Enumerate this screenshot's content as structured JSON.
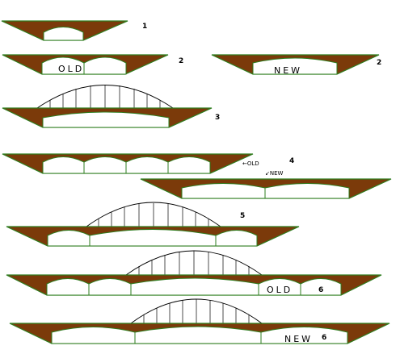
{
  "steps": [
    {
      "id": "step-1",
      "label": "1"
    },
    {
      "id": "step-2a",
      "label": "2",
      "tag": "OLD"
    },
    {
      "id": "step-2b",
      "label": "2",
      "tag": "NEW"
    },
    {
      "id": "step-3",
      "label": "3"
    },
    {
      "id": "step-4",
      "label": "4",
      "notes": [
        "OLD",
        "NEW"
      ]
    },
    {
      "id": "step-5",
      "label": "5"
    },
    {
      "id": "step-6a",
      "label": "6",
      "tag": "OLD"
    },
    {
      "id": "step-6b",
      "label": "6",
      "tag": "NEW"
    }
  ],
  "colors": {
    "earth": "#7b3a0a",
    "grass": "#2e7d1f",
    "span": "#ffffff",
    "truss": "#000000"
  }
}
